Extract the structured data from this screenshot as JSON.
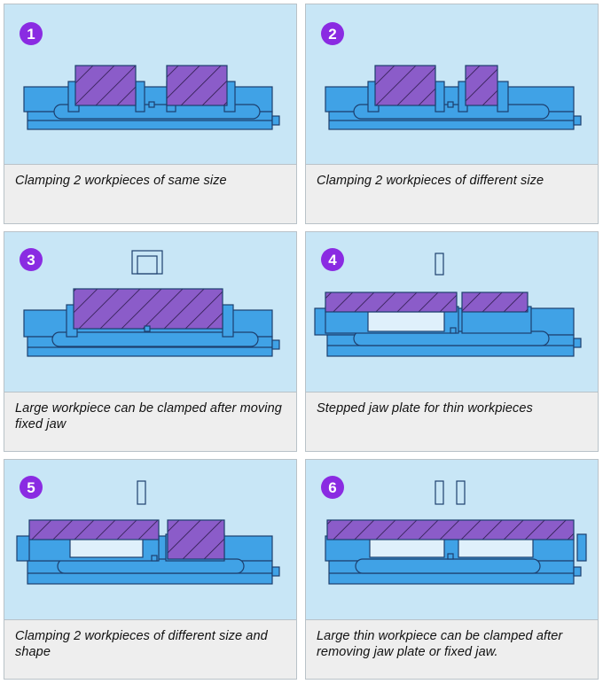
{
  "panels": [
    {
      "number": "1",
      "caption": "Clamping 2 workpieces of same size"
    },
    {
      "number": "2",
      "caption": "Clamping 2 workpieces of different size"
    },
    {
      "number": "3",
      "caption": "Large workpiece can be clamped after moving fixed jaw"
    },
    {
      "number": "4",
      "caption": "Stepped jaw plate for thin workpieces"
    },
    {
      "number": "5",
      "caption": "Clamping 2 workpieces of different size and shape"
    },
    {
      "number": "6",
      "caption": "Large thin workpiece can be clamped after removing jaw plate or fixed jaw."
    }
  ],
  "colors": {
    "vise_body": "#40a2e6",
    "workpiece": "#8b5cc9",
    "badge": "#8a2be2",
    "panel_bg": "#c8e6f6",
    "caption_bg": "#eeeeee"
  }
}
